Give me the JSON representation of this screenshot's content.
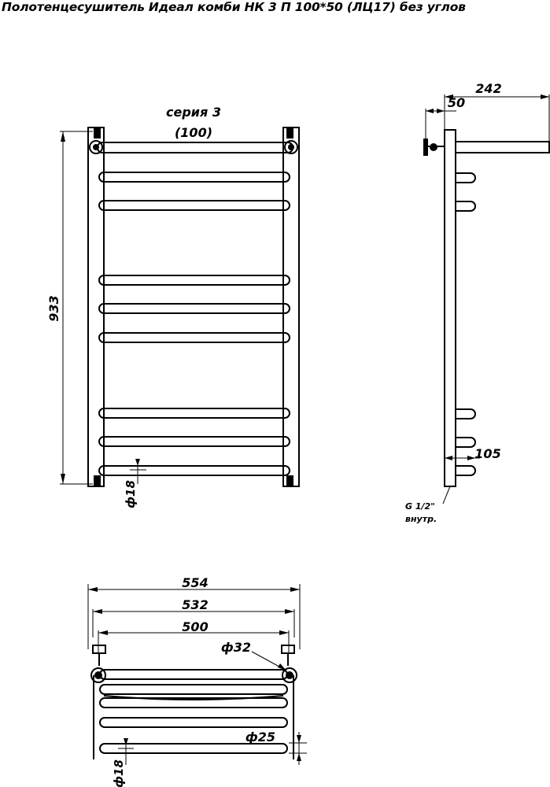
{
  "title": "Полотенцесушитель Идеал комби НК 3 П 100*50 (ЛЦ17) без углов",
  "front_view": {
    "series_label": "серия 3",
    "series_size": "(100)",
    "height_dim": "933",
    "pipe_dim": "ф18"
  },
  "side_view": {
    "depth_dim": "242",
    "offset_dim": "50",
    "bottom_dim": "105",
    "thread_label": "G 1/2\"",
    "thread_type": "внутр."
  },
  "top_view": {
    "width_outer": "554",
    "width_mid": "532",
    "width_inner": "500",
    "diameter_large": "ф32",
    "diameter_bar": "ф25",
    "pipe_dim": "ф18"
  },
  "colors": {
    "line": "#000000",
    "background": "#ffffff"
  }
}
